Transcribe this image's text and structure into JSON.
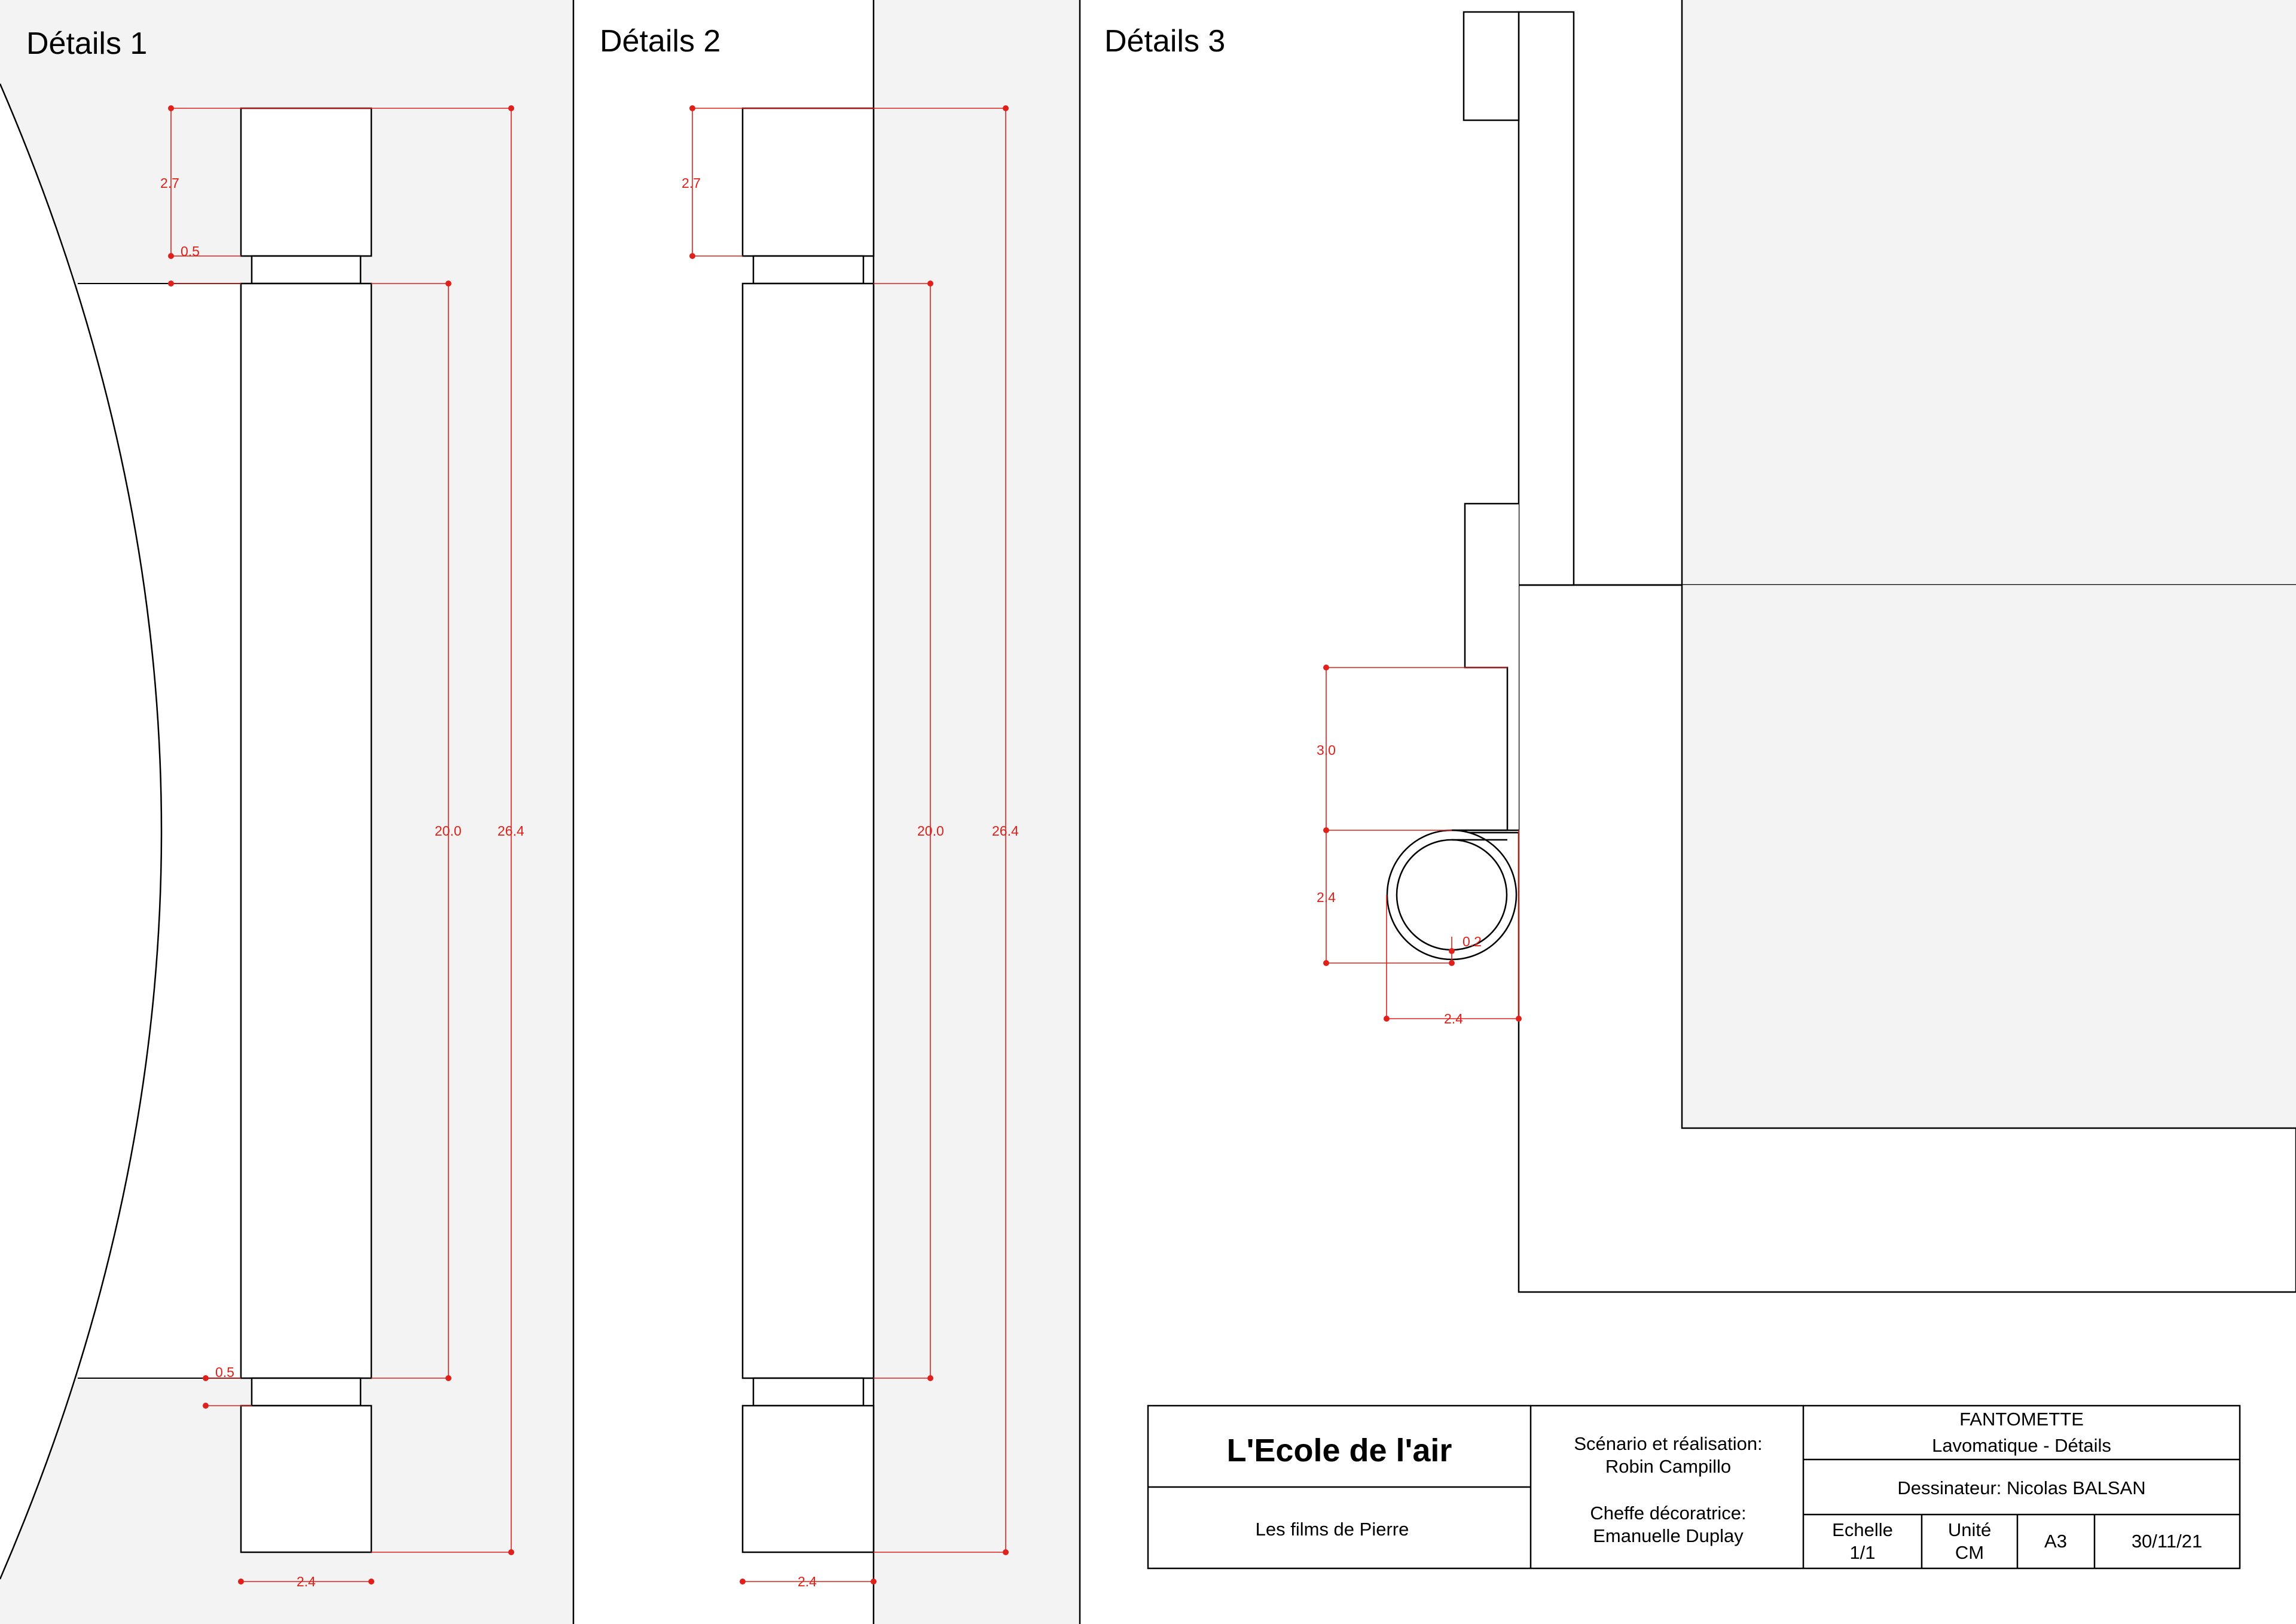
{
  "panels": {
    "p1_title": "Détails 1",
    "p2_title": "Détails 2",
    "p3_title": "Détails 3"
  },
  "dimensions": {
    "p1": {
      "top_height": "2.7",
      "gap_top": "0.5",
      "shaft": "20.0",
      "total": "26.4",
      "gap_bottom": "0.5",
      "width": "2.4"
    },
    "p2": {
      "top_height": "2.7",
      "shaft": "20.0",
      "total": "26.4",
      "width": "2.4"
    },
    "p3": {
      "step": "3.0",
      "ring_height": "2.4",
      "thickness": "0.2",
      "ring_width": "2.4"
    }
  },
  "title_block": {
    "school": "L'Ecole de l'air",
    "company": "Les films de Pierre",
    "scenario_label": "Scénario et réalisation:",
    "scenario_name": "Robin Campillo",
    "decor_label": "Cheffe décoratrice:",
    "decor_name": "Emanuelle Duplay",
    "project": "FANTOMETTE",
    "sheet": "Lavomatique - Détails",
    "drafter": "Dessinateur: Nicolas BALSAN",
    "scale_label": "Echelle",
    "scale_value": "1/1",
    "unit_label": "Unité",
    "unit_value": "CM",
    "format": "A3",
    "date": "30/11/21"
  },
  "colors": {
    "dimension": "#e0201a",
    "fill": "#f3f3f3",
    "line": "#000000"
  }
}
